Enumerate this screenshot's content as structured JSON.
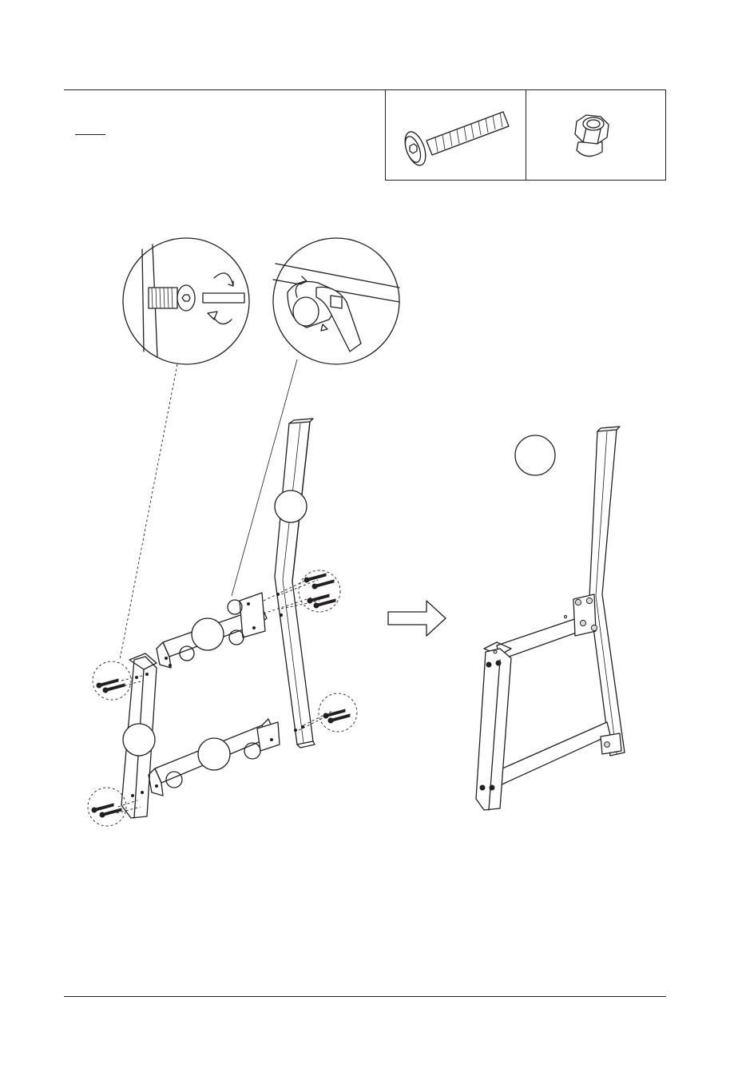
{
  "page": {
    "step_heading": "",
    "hardware": [
      {
        "name": "bolt",
        "icon": "hex-socket-bolt-icon"
      },
      {
        "name": "nut",
        "icon": "cap-nut-icon"
      }
    ],
    "callouts": [
      {
        "id": "leg-right-callout",
        "label": ""
      },
      {
        "id": "leg-left-callout",
        "label": ""
      },
      {
        "id": "upper-rail-callout",
        "label": ""
      },
      {
        "id": "lower-rail-callout",
        "label": ""
      },
      {
        "id": "assembled-frame-callout",
        "label": ""
      }
    ],
    "colors": {
      "ink": "#231f20",
      "paper": "#ffffff"
    }
  }
}
